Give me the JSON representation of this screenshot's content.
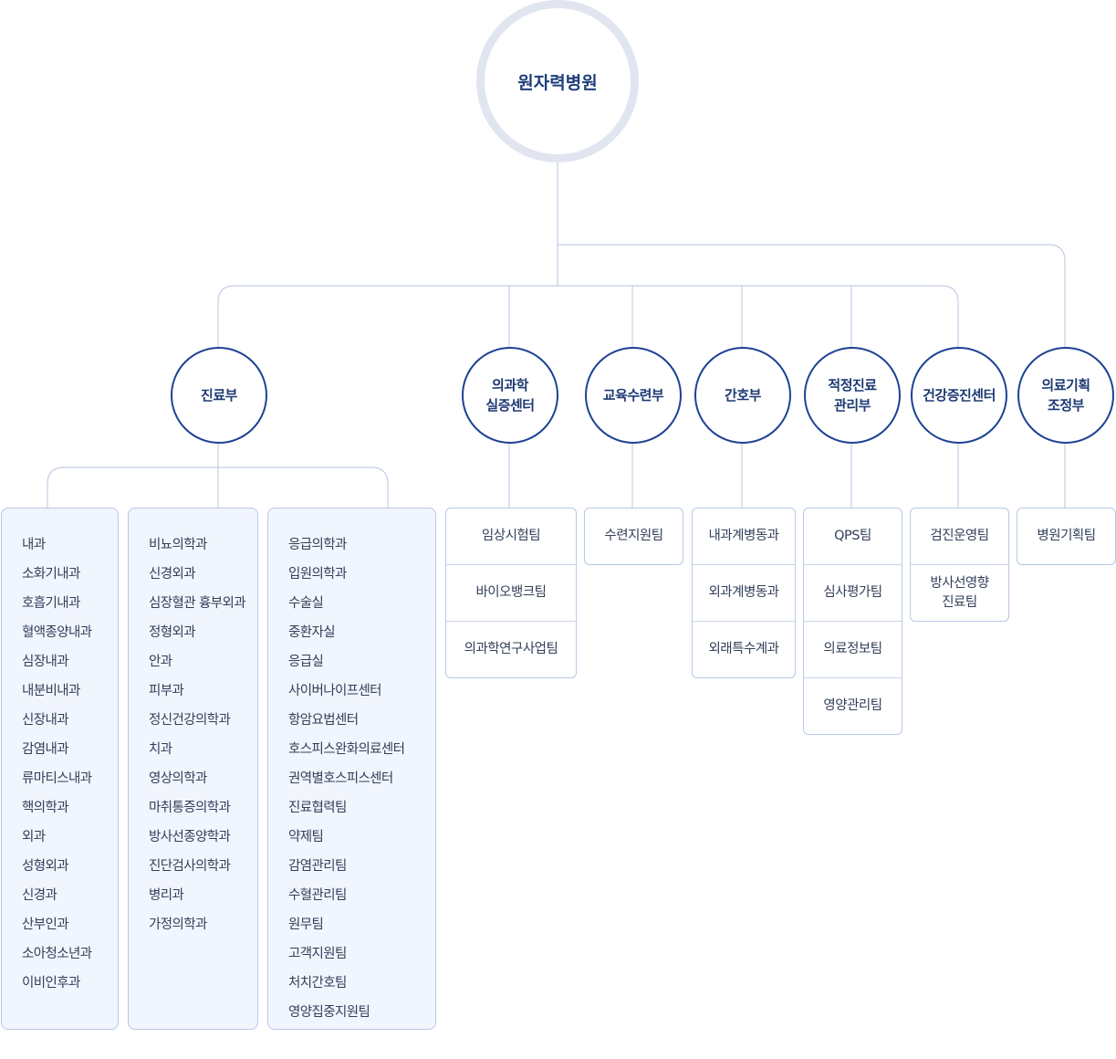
{
  "root": {
    "label": "원자력병원"
  },
  "departments": [
    {
      "label": "진료부"
    },
    {
      "label": "의과학\n실증센터"
    },
    {
      "label": "교육수련부"
    },
    {
      "label": "간호부"
    },
    {
      "label": "적정진료\n관리부"
    },
    {
      "label": "건강증진센터"
    },
    {
      "label": "의료기획\n조정부"
    }
  ],
  "clinical_columns": [
    [
      "내과",
      "소화기내과",
      "호흡기내과",
      "혈액종양내과",
      "심장내과",
      "내분비내과",
      "신장내과",
      "감염내과",
      "류마티스내과",
      "핵의학과",
      "외과",
      "성형외과",
      "신경과",
      "산부인과",
      "소아청소년과",
      "이비인후과"
    ],
    [
      "비뇨의학과",
      "신경외과",
      "심장혈관 흉부외과",
      "정형외과",
      "안과",
      "피부과",
      "정신건강의학과",
      "치과",
      "영상의학과",
      "마취통증의학과",
      "방사선종양학과",
      "진단검사의학과",
      "병리과",
      "가정의학과"
    ],
    [
      "응급의학과",
      "입원의학과",
      "수술실",
      "중환자실",
      "응급실",
      "사이버나이프센터",
      "항암요법센터",
      "호스피스완화의료센터",
      "권역별호스피스센터",
      "진료협력팀",
      "약제팀",
      "감염관리팀",
      "수혈관리팀",
      "원무팀",
      "고객지원팀",
      "처치간호팀",
      "영양집중지원팀"
    ]
  ],
  "teams": [
    [
      "임상시험팀",
      "바이오뱅크팀",
      "의과학연구사업팀"
    ],
    [
      "수련지원팀"
    ],
    [
      "내과계병동과",
      "외과계병동과",
      "외래특수계과"
    ],
    [
      "QPS팀",
      "심사평가팀",
      "의료정보팀",
      "영양관리팀"
    ],
    [
      "검진운영팀",
      "방사선영향\n진료팀"
    ],
    [
      "병원기획팀"
    ]
  ],
  "colors": {
    "line": "#c3cee4",
    "dept_border": "#1d4294",
    "root_ring": "#e1e5f0",
    "list_bg": "#f1f5fd"
  }
}
